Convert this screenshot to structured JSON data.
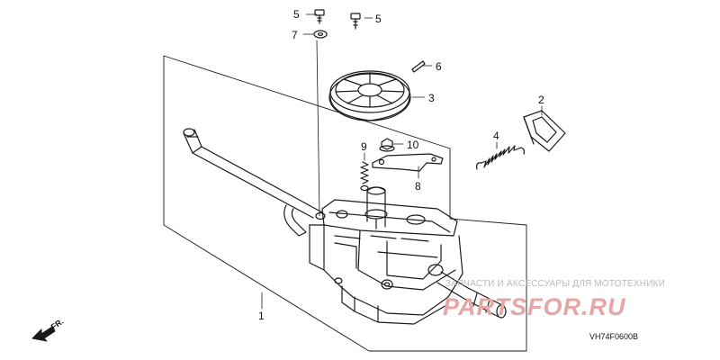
{
  "callouts": {
    "bolt_left": "5",
    "bolt_right": "5",
    "washer": "7",
    "pin": "6",
    "pulley": "3",
    "cover": "2",
    "spring": "4",
    "small_spring": "9",
    "nut": "10",
    "plate": "8",
    "transmission": "1"
  },
  "direction_label": "FR.",
  "diagram_code": "VH74F0600B",
  "watermark": {
    "caption": "ЗАПЧАСТИ И АКСЕССУАРЫ ДЛЯ МОТОТЕХНИКИ",
    "brand": "PARTSFOR.RU"
  },
  "colors": {
    "line": "#1a1a1a",
    "watermark_text": "#b9b9b9",
    "watermark_brand": "#e6a6a6"
  }
}
